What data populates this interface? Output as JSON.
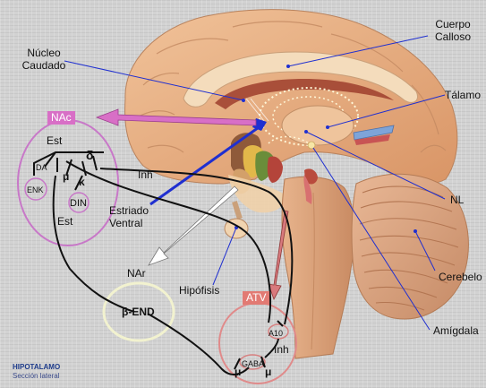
{
  "labels": {
    "cuerpo_calloso_1": "Cuerpo",
    "cuerpo_calloso_2": "Calloso",
    "nucleo_caudado_1": "Núcleo",
    "nucleo_caudado_2": "Caudado",
    "talamo": "Tálamo",
    "nac": "NAc",
    "nl": "NL",
    "cerebelo": "Cerebelo",
    "estriado_ventral_1": "Estriado",
    "estriado_ventral_2": "Ventral",
    "nar": "NAr",
    "hipofisis": "Hipófisis",
    "atv": "ATV",
    "amigdala": "Amígdala",
    "inh_top": "Inh",
    "inh_bottom": "Inh",
    "est_top": "Est",
    "est_left": "Est",
    "da": "DA",
    "enk": "ENK",
    "din": "DIN",
    "delta": "δ",
    "mu_nac": "μ",
    "kappa": "κ",
    "beta_end": "β-END",
    "a10": "A10",
    "gaba": "GABA",
    "mu_left": "μ",
    "mu_right": "μ"
  },
  "caption": {
    "title": "HIPOTALAMO",
    "subtitle": "Sección lateral"
  },
  "colors": {
    "nac_box": "#d86fc6",
    "atv_box": "#e27a73",
    "nac_circle": "#c878c8",
    "atv_circle": "#e08a8a",
    "nar_circle": "#f2f2cf",
    "pointer_line": "#1f2fd0",
    "brain_tissue": "#e9b48e",
    "callosum": "#f3d8b6",
    "ventricle": "#9d3e2d"
  }
}
